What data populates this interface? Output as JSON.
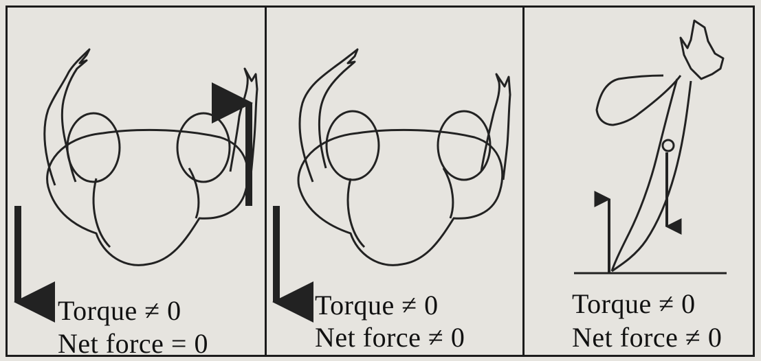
{
  "panels": [
    {
      "torque": "Torque ≠ 0",
      "net_force": "Net force = 0"
    },
    {
      "torque": "Torque ≠ 0",
      "net_force": "Net force ≠ 0"
    },
    {
      "torque": "Torque ≠ 0",
      "net_force": "Net force ≠ 0"
    }
  ],
  "colors": {
    "ink": "#111111",
    "paper": "#e6e4df",
    "arrow": "#222222"
  }
}
